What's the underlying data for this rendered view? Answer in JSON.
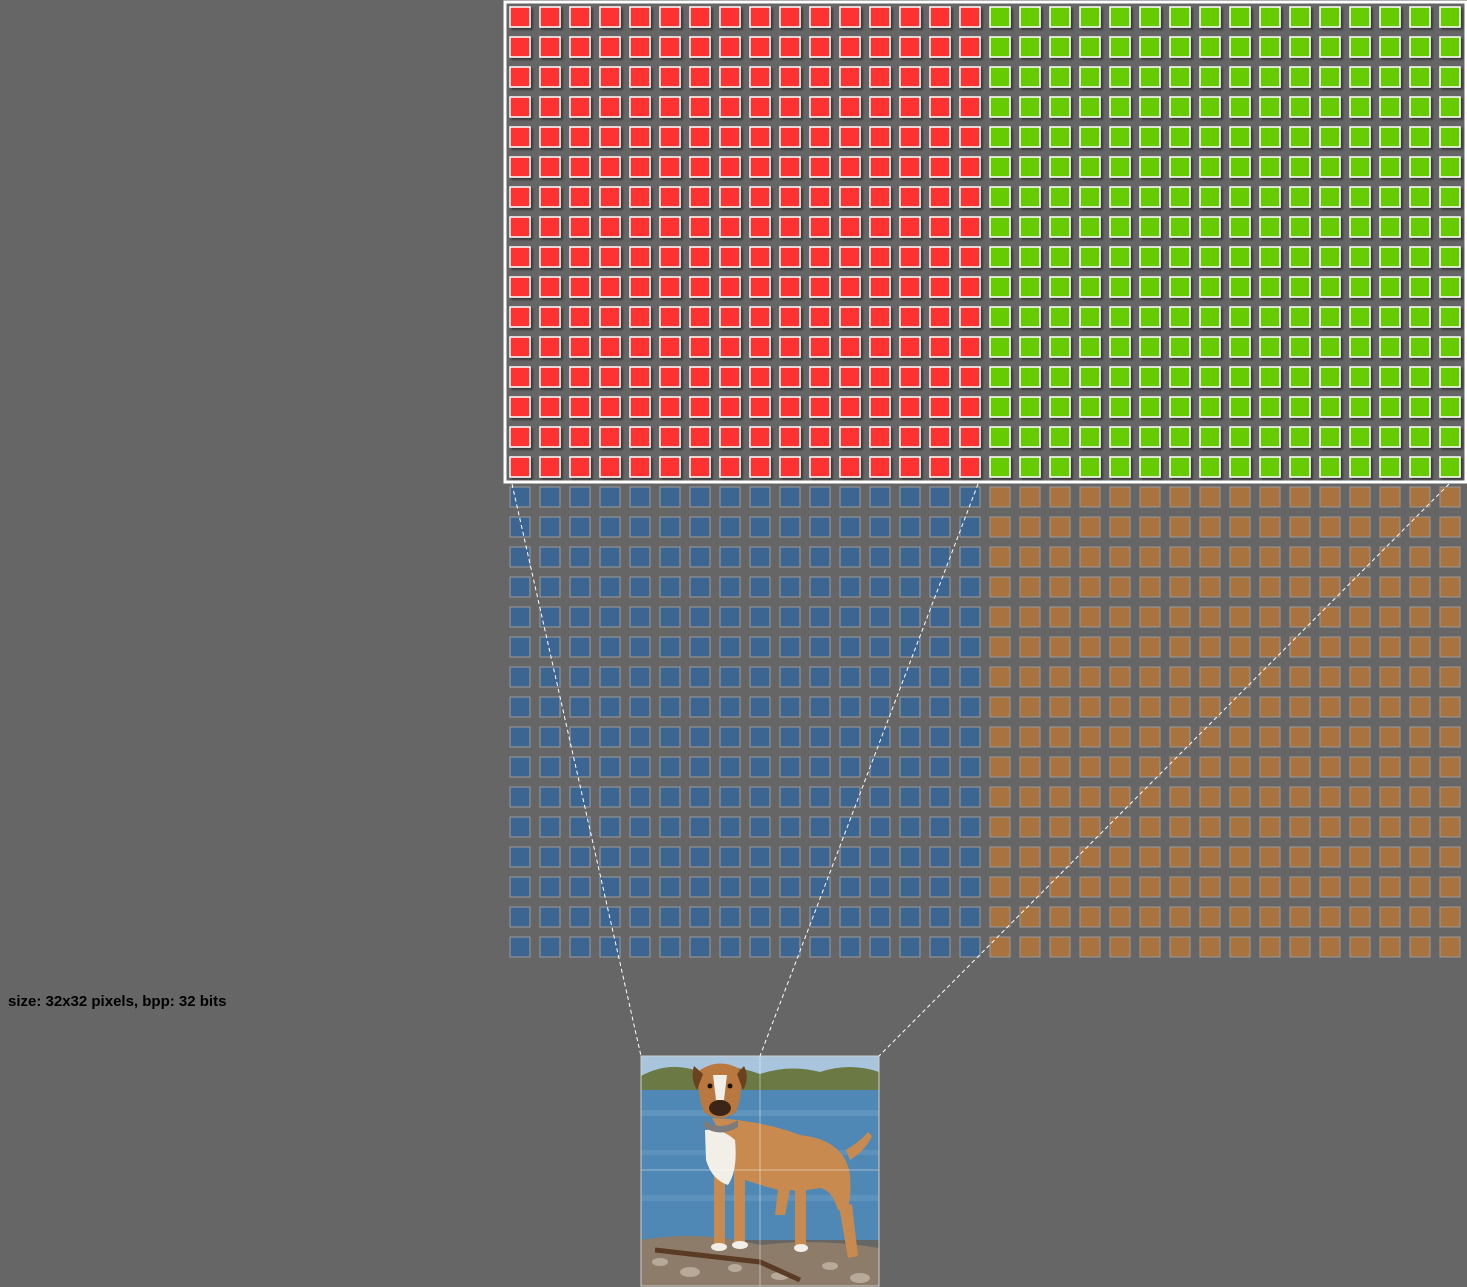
{
  "info": {
    "size_text": "size: 32x32 pixels, bpp: 32 bits"
  },
  "grid": {
    "columns": 32,
    "rows": 32,
    "highlight_rows": 16,
    "quadrants": {
      "top_left": {
        "color": "#ff3333",
        "highlighted": true
      },
      "top_right": {
        "color": "#66cc00",
        "highlighted": true
      },
      "bottom_left": {
        "color": "#3d6591",
        "highlighted": false
      },
      "bottom_right": {
        "color": "#a8733f",
        "highlighted": false
      }
    },
    "highlight_border_color": "#ffffff"
  },
  "thumbnail": {
    "description_icon": "dog-photo",
    "subdivisions": 2
  },
  "connector_style": {
    "stroke": "#ffffff",
    "dashed": true
  }
}
